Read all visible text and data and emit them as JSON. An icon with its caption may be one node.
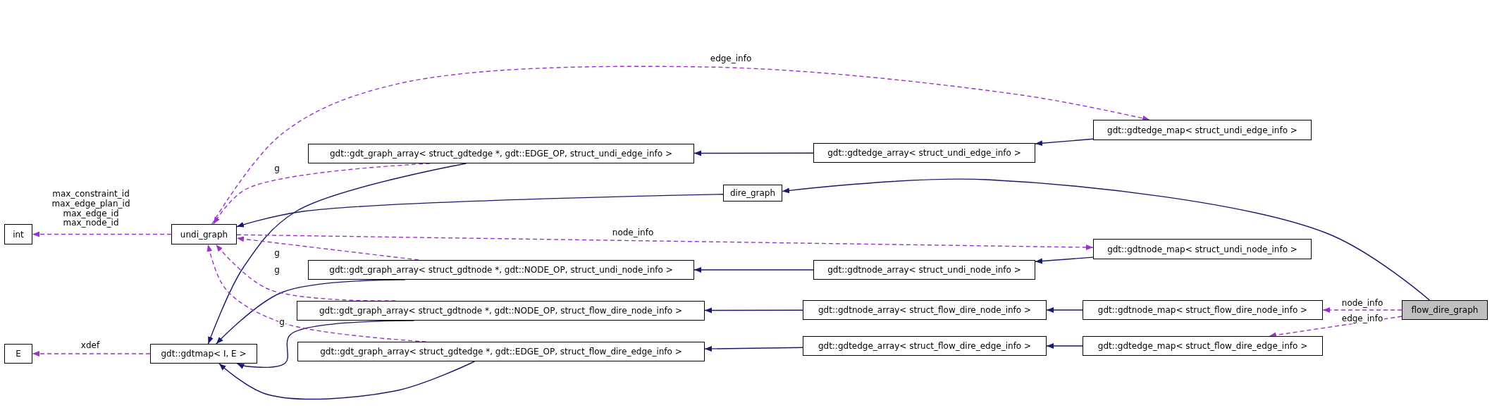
{
  "diagram": {
    "nodes": [
      {
        "text": [
          "gdt::gdtedge_map< struct_undi_edge_info >"
        ]
      },
      {
        "text": [
          "gdt::gdt_graph_array< struct_gdtedge *, gdt::EDGE_OP, struct_undi_edge_info >"
        ]
      },
      {
        "text": [
          "gdt::gdtedge_array< struct_undi_edge_info >"
        ]
      },
      {
        "text": [
          "dire_graph"
        ]
      },
      {
        "text": [
          "int"
        ]
      },
      {
        "text": [
          "undi_graph"
        ]
      },
      {
        "text": [
          "gdt::gdtnode_map< struct_undi_node_info >"
        ]
      },
      {
        "text": [
          "gdt::gdt_graph_array< struct_gdtnode *, gdt::NODE_OP, struct_undi_node_info >"
        ]
      },
      {
        "text": [
          "gdt::gdtnode_array< struct_undi_node_info >"
        ]
      },
      {
        "text": [
          "gdt::gdt_graph_array< struct_gdtnode *, gdt::NODE_OP, struct_flow_dire_node_info >"
        ]
      },
      {
        "text": [
          "gdt::gdtnode_array< struct_flow_dire_node_info >"
        ]
      },
      {
        "text": [
          "gdt::gdtnode_map< struct_flow_dire_node_info >"
        ]
      },
      {
        "text": [
          "flow_dire_graph"
        ]
      },
      {
        "text": [
          "E"
        ]
      },
      {
        "text": [
          "gdt::gdtmap< I, E >"
        ]
      },
      {
        "text": [
          "gdt::gdt_graph_array< struct_gdtedge *, gdt::EDGE_OP, struct_flow_dire_edge_info >"
        ]
      },
      {
        "text": [
          "gdt::gdtedge_array< struct_flow_dire_edge_info >"
        ]
      },
      {
        "text": [
          "gdt::gdtedge_map< struct_flow_dire_edge_info >"
        ]
      }
    ],
    "edges": [
      {
        "from": 12,
        "to": 3,
        "arrow": "to"
      },
      {
        "from": 3,
        "to": 5,
        "arrow": "to"
      },
      {
        "from": 0,
        "to": 2,
        "arrow": "to"
      },
      {
        "from": 2,
        "to": 1,
        "arrow": "to"
      },
      {
        "from": 1,
        "to": 14,
        "arrow": "to"
      },
      {
        "from": 6,
        "to": 8,
        "arrow": "to"
      },
      {
        "from": 8,
        "to": 7,
        "arrow": "to"
      },
      {
        "from": 7,
        "to": 14,
        "arrow": "to"
      },
      {
        "from": 11,
        "to": 10,
        "arrow": "to"
      },
      {
        "from": 10,
        "to": 9,
        "arrow": "to"
      },
      {
        "from": 9,
        "to": 14,
        "arrow": "to"
      },
      {
        "from": 17,
        "to": 16,
        "arrow": "to"
      },
      {
        "from": 16,
        "to": 15,
        "arrow": "to"
      },
      {
        "from": 15,
        "to": 14,
        "arrow": "to"
      },
      {
        "from": 5,
        "to": 4,
        "arrow": "to",
        "label": "max_constraint_id max_edge_plan_id max_edge_id max_node_id",
        "style": "dashed",
        "color": "#9a32cd"
      },
      {
        "from": 14,
        "to": 13,
        "arrow": "to",
        "label": "xdef",
        "style": "dashed",
        "color": "#9a32cd"
      },
      {
        "from": 5,
        "to": 0,
        "arrow": "to",
        "label": "edge_info",
        "style": "dashed",
        "color": "#9a32cd"
      },
      {
        "from": 5,
        "to": 6,
        "arrow": "to",
        "label": "node_info",
        "style": "dashed",
        "color": "#9a32cd"
      },
      {
        "from": 1,
        "to": 5,
        "arrow": "to",
        "label": "g",
        "style": "dashed",
        "color": "#9a32cd"
      },
      {
        "from": 7,
        "to": 5,
        "arrow": "to",
        "label": "g",
        "style": "dashed",
        "color": "#9a32cd"
      },
      {
        "from": 9,
        "to": 5,
        "arrow": "to",
        "label": "g",
        "style": "dashed",
        "color": "#9a32cd"
      },
      {
        "from": 15,
        "to": 5,
        "arrow": "to",
        "label": "g",
        "style": "dashed",
        "color": "#9a32cd"
      },
      {
        "from": 12,
        "to": 11,
        "arrow": "to",
        "label": "node_info",
        "style": "dashed",
        "color": "#9a32cd"
      },
      {
        "from": 12,
        "to": 17,
        "arrow": "to",
        "label": "edge_info",
        "style": "dashed",
        "color": "#9a32cd"
      }
    ]
  }
}
